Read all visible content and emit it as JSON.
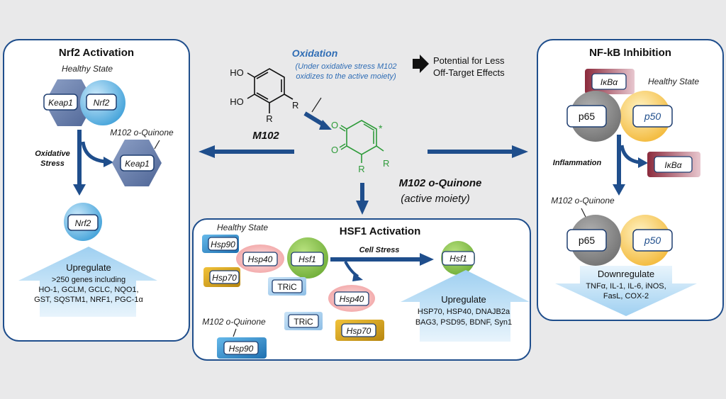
{
  "nrf2": {
    "title": "Nrf2 Activation",
    "healthy": "Healthy State",
    "keap1": "Keap1",
    "nrf2": "Nrf2",
    "quinone": "M102 o-Quinone",
    "stress_l1": "Oxidative",
    "stress_l2": "Stress",
    "up_title": "Upregulate",
    "up_l1": ">250 genes including",
    "up_l2": "HO-1, GCLM, GCLC, NQO1,",
    "up_l3": "GST, SQSTM1, NRF1, PGC-1α"
  },
  "center": {
    "oxidation": "Oxidation",
    "oxid_note_l1": "(Under oxidative stress M102",
    "oxid_note_l2": "oxidizes to the active moiety)",
    "potential_l1": "Potential for Less",
    "potential_l2": "Off-Target Effects",
    "m102": "M102",
    "quinone_l1": "M102 o-Quinone",
    "quinone_l2": "(active moiety)",
    "ho": "HO",
    "r": "R",
    "o": "O",
    "star": "*"
  },
  "hsf1": {
    "title": "HSF1 Activation",
    "healthy": "Healthy State",
    "hsp90": "Hsp90",
    "hsp40": "Hsp40",
    "hsf1": "Hsf1",
    "hsp70": "Hsp70",
    "tric": "TRiC",
    "cell_stress": "Cell Stress",
    "quinone": "M102 o-Quinone",
    "up_title": "Upregulate",
    "up_l1": "HSP70, HSP40, DNAJB2a",
    "up_l2": "BAG3, PSD95, BDNF, Syn1"
  },
  "nfkb": {
    "title": "NF-kB Inhibition",
    "healthy": "Healthy State",
    "ikba": "IκBα",
    "p65": "p65",
    "p50": "p50",
    "inflammation": "Inflammation",
    "quinone": "M102 o-Quinone",
    "down_title": "Downregulate",
    "down_l1": "TNFα, IL-1, IL-6, iNOS,",
    "down_l2": "FasL, COX-2"
  },
  "colors": {
    "panel_border": "#1f4e8c",
    "arrow": "#1f4e8c",
    "quinone_green": "#2e9b3a",
    "oxidation_blue": "#2f6db5"
  }
}
